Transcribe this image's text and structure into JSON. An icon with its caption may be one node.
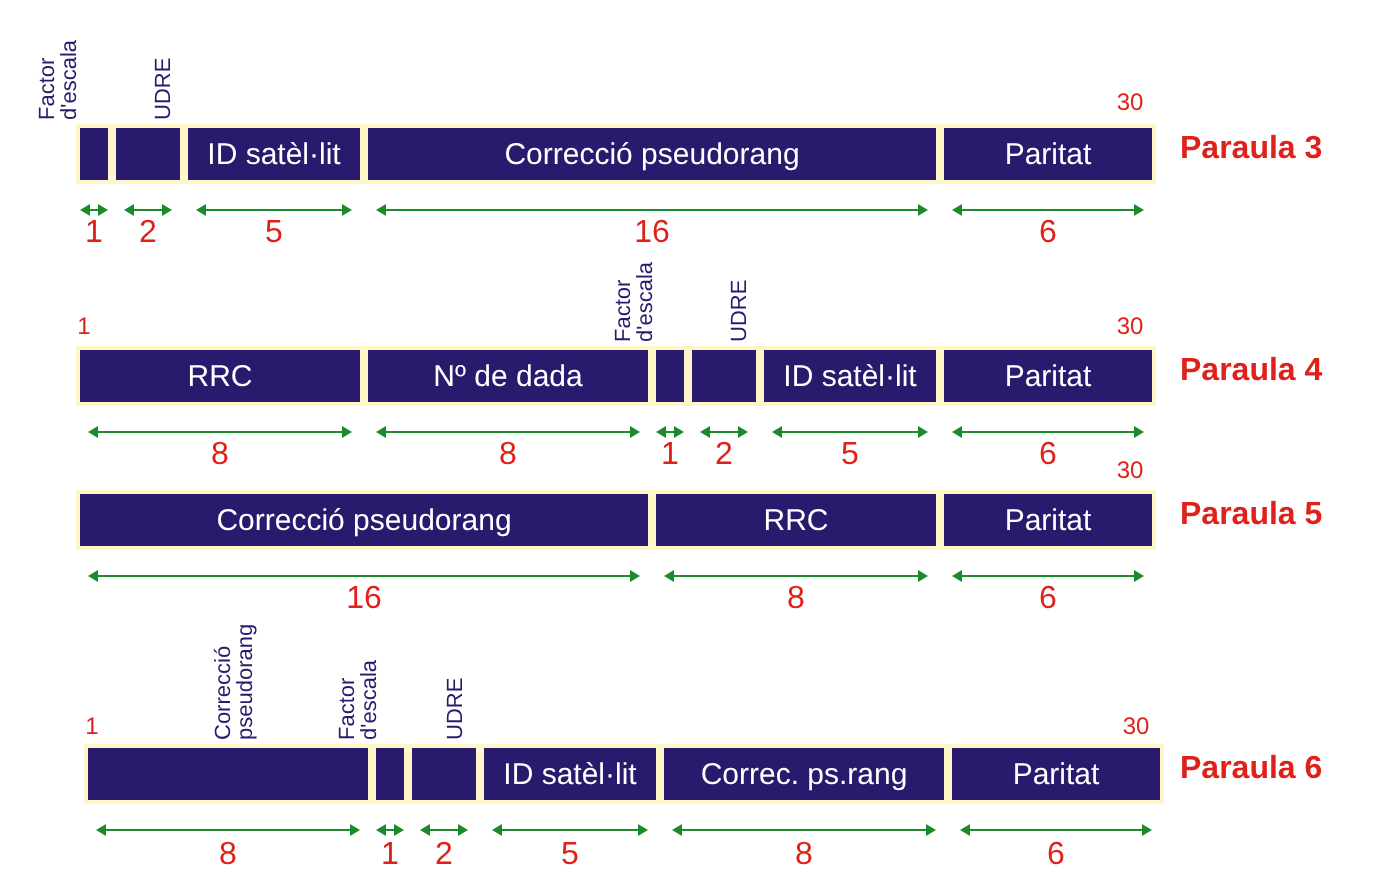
{
  "diagram": {
    "nodes": [
      {
        "text": [
          "Factor d'escala"
        ]
      },
      {
        "text": [
          "UDRE"
        ]
      },
      {
        "text": [
          "ID satèl·lit"
        ]
      },
      {
        "text": [
          "Correcció pseudorang"
        ]
      },
      {
        "text": [
          "Paritat"
        ]
      },
      {
        "text": [
          "RRC"
        ]
      },
      {
        "text": [
          "Nº de dada"
        ]
      },
      {
        "text": [
          "Factor d'escala"
        ]
      },
      {
        "text": [
          "UDRE"
        ]
      },
      {
        "text": [
          "ID satèl·lit"
        ]
      },
      {
        "text": [
          "Paritat"
        ]
      },
      {
        "text": [
          "Correcció pseudorang"
        ]
      },
      {
        "text": [
          "RRC"
        ]
      },
      {
        "text": [
          "Paritat"
        ]
      },
      {
        "text": [
          "Correcció pseudorang"
        ]
      },
      {
        "text": [
          "Factor d'escala"
        ]
      },
      {
        "text": [
          "UDRE"
        ]
      },
      {
        "text": [
          "ID satèl·lit"
        ]
      },
      {
        "text": [
          "Correc. ps.rang"
        ]
      },
      {
        "text": [
          "Paritat"
        ]
      }
    ],
    "edges": [],
    "labels": [
      "30",
      "Paraula 3",
      "1",
      "2",
      "5",
      "16",
      "6",
      "1",
      "30",
      "Paraula 4",
      "8",
      "8",
      "1",
      "2",
      "5",
      "6",
      "30",
      "Paraula 5",
      "16",
      "8",
      "6",
      "1",
      "30",
      "Paraula 6",
      "8",
      "1",
      "2",
      "5",
      "8",
      "6"
    ]
  }
}
